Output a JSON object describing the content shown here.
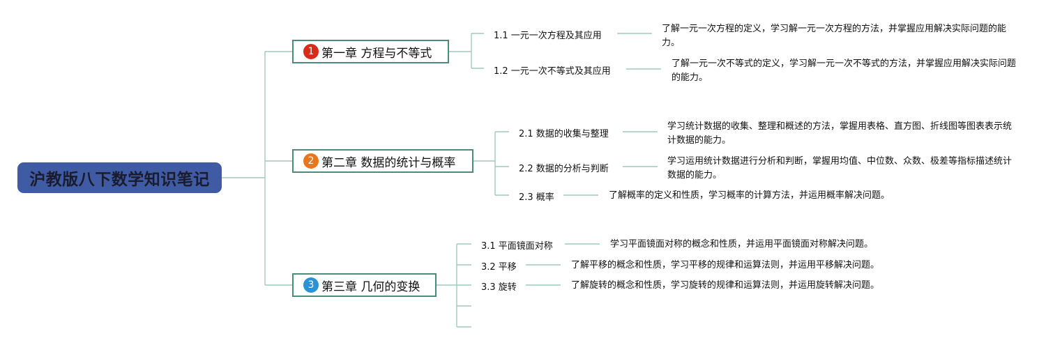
{
  "root": {
    "title": "沪教版八下数学知识笔记"
  },
  "colors": {
    "root_bg": "#3f5ba4",
    "connector": "#9fcabd",
    "chapter_border": "#4a8c7b"
  },
  "chapters": [
    {
      "num": "1",
      "num_color": "#d92b18",
      "title": "第一章 方程与不等式",
      "sections": [
        {
          "label": "1.1 一元一次方程及其应用",
          "desc": "了解一元一次方程的定义，学习解一元一次方程的方法，并掌握应用解决实际问题的能力。"
        },
        {
          "label": "1.2 一元一次不等式及其应用",
          "desc": "了解一元一次不等式的定义，学习解一元一次不等式的方法，并掌握应用解决实际问题的能力。"
        }
      ]
    },
    {
      "num": "2",
      "num_color": "#e8761c",
      "title": "第二章 数据的统计与概率",
      "sections": [
        {
          "label": "2.1 数据的收集与整理",
          "desc": "学习统计数据的收集、整理和概述的方法，掌握用表格、直方图、折线图等图表表示统计数据的能力。"
        },
        {
          "label": "2.2 数据的分析与判断",
          "desc": "学习运用统计数据进行分析和判断，掌握用均值、中位数、众数、极差等指标描述统计数据的能力。"
        },
        {
          "label": "2.3 概率",
          "desc": "了解概率的定义和性质，学习概率的计算方法，并运用概率解决问题。"
        }
      ]
    },
    {
      "num": "3",
      "num_color": "#2a92d6",
      "title": "第三章 几何的变换",
      "sections": [
        {
          "label": "3.1 平面镜面对称",
          "desc": "学习平面镜面对称的概念和性质，并运用平面镜面对称解决问题。"
        },
        {
          "label": "3.2 平移",
          "desc": "了解平移的概念和性质，学习平移的规律和运算法则，并运用平移解决问题。"
        },
        {
          "label": "3.3 旋转",
          "desc": "了解旋转的概念和性质，学习旋转的规律和运算法则，并运用旋转解决问题。"
        }
      ]
    }
  ]
}
